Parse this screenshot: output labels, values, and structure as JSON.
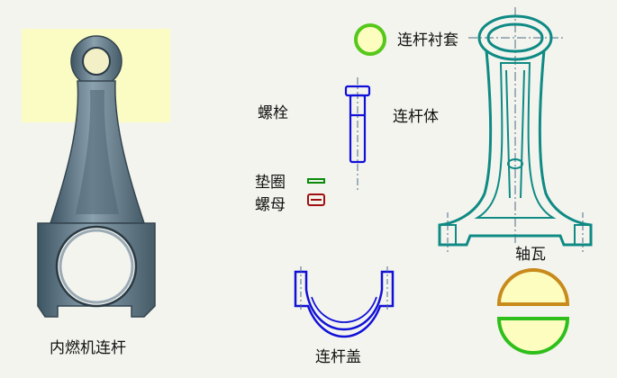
{
  "labels": {
    "engine_rod": "内燃机连杆",
    "bushing": "连杆衬套",
    "bolt": "螺栓",
    "rod_body": "连杆体",
    "washer": "垫圈",
    "nut": "螺母",
    "bearing_shell": "轴瓦",
    "rod_cap": "连杆盖"
  },
  "colors": {
    "background": "#f4f4ef",
    "photo_highlight": "#fbfbc4",
    "rod_metal": "#5e7584",
    "rod_body_stroke": "#0f8a84",
    "bolt_stroke": "#1010d8",
    "cap_stroke": "#1010d8",
    "washer_stroke": "#0a8a0a",
    "nut_stroke": "#a01010",
    "bushing_fill": "#fdfdc0",
    "bushing_ring": "#55c81a",
    "shell_upper_ring": "#c88a1a",
    "shell_lower_ring": "#2fbf1a",
    "centerline": "#4b6c86"
  }
}
